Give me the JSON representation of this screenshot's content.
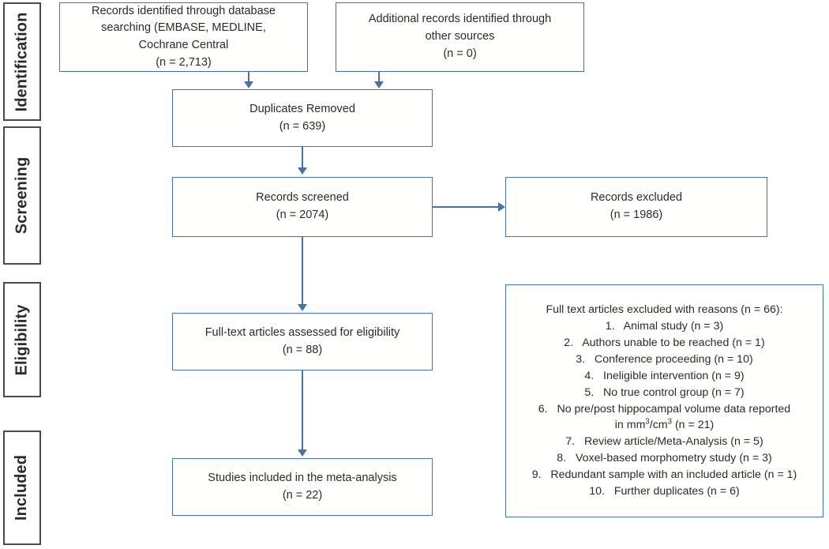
{
  "diagram": {
    "title": "PRISMA Flow Diagram",
    "accent_color": "#4573a7",
    "stage_border_color": "#4a4a4a",
    "text_color": "#2b2b2b",
    "background_color": "#ffffff"
  },
  "stages": [
    {
      "id": "identification",
      "label": "Identification"
    },
    {
      "id": "screening",
      "label": "Screening"
    },
    {
      "id": "eligibility",
      "label": "Eligibility"
    },
    {
      "id": "included",
      "label": "Included"
    }
  ],
  "boxes": {
    "database_records": {
      "line1": "Records identified through database",
      "line2": "searching (EMBASE, MEDLINE,",
      "line3": "Cochrane Central",
      "line4": "(n = 2,713)"
    },
    "other_records": {
      "line1": "Additional records identified through",
      "line2": "other sources",
      "line3": "(n = 0)"
    },
    "duplicates_removed": {
      "line1": "Duplicates Removed",
      "line2": "(n = 639)"
    },
    "records_screened": {
      "line1": "Records screened",
      "line2": "(n = 2074)"
    },
    "records_excluded": {
      "line1": "Records excluded",
      "line2": "(n = 1986)"
    },
    "full_text_assessed": {
      "line1": "Full-text articles assessed for eligibility",
      "line2": "(n = 88)"
    },
    "studies_included": {
      "line1": "Studies included in the meta-analysis",
      "line2": "(n = 22)"
    },
    "excluded_with_reasons": {
      "heading": "Full text articles excluded with reasons (n = 66):",
      "items": [
        {
          "number": "1.",
          "text": "Animal study (n = 3)"
        },
        {
          "number": "2.",
          "text": "Authors unable to be reached (n = 1)"
        },
        {
          "number": "3.",
          "text": "Conference proceeding (n = 10)"
        },
        {
          "number": "4.",
          "text": "Ineligible intervention (n = 9)"
        },
        {
          "number": "5.",
          "text": "No true control group (n = 7)"
        },
        {
          "number": "6.",
          "text_part1": "No pre/post  hippocampal volume  data reported",
          "text_part2_pre": "in mm",
          "sup1": "3",
          "text_part2_mid": "/cm",
          "sup2": "3",
          "text_part2_post": " (n = 21)"
        },
        {
          "number": "7.",
          "text": "Review article/Meta-Analysis (n = 5)"
        },
        {
          "number": "8.",
          "text": "Voxel-based morphometry  study (n = 3)"
        },
        {
          "number": "9.",
          "text": "Redundant sample with an included article (n = 1)"
        },
        {
          "number": "10.",
          "text": "Further duplicates (n = 6)"
        }
      ]
    }
  }
}
